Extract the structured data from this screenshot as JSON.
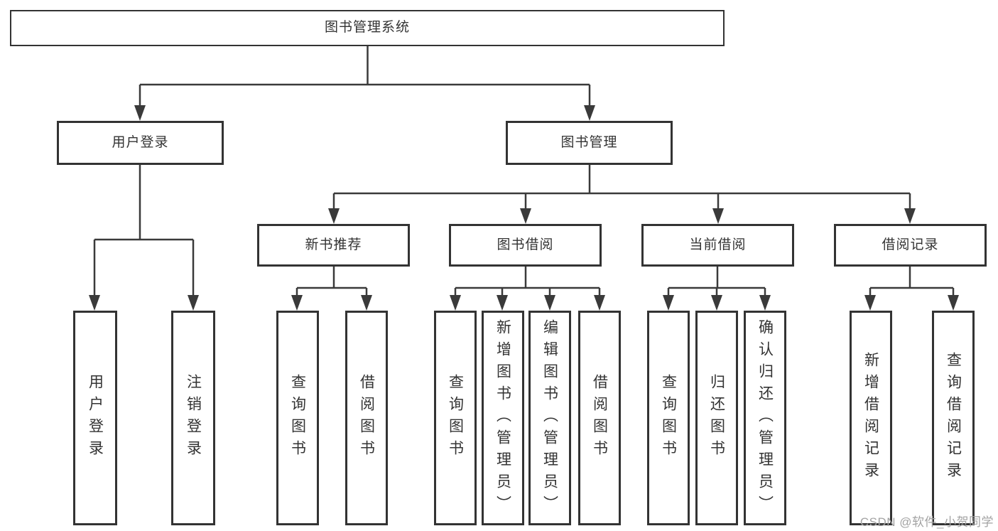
{
  "diagram": {
    "type": "hierarchy-tree",
    "colors": {
      "background": "#ffffff",
      "box_border": "#333333",
      "line": "#3a3a3a",
      "text": "#333333",
      "watermark": "#a3a3a3"
    },
    "nodes": {
      "root": {
        "label": "图书管理系统"
      },
      "userLogin": {
        "label": "用户登录",
        "parent": "图书管理系统"
      },
      "bookManagement": {
        "label": "图书管理",
        "parent": "图书管理系统"
      },
      "newBookRecommend": {
        "label": "新书推荐",
        "parent": "图书管理"
      },
      "bookBorrow": {
        "label": "图书借阅",
        "parent": "图书管理"
      },
      "currentBorrow": {
        "label": "当前借阅",
        "parent": "图书管理"
      },
      "borrowRecords": {
        "label": "借阅记录",
        "parent": "图书管理"
      },
      "leaves": {
        "userLoginLeaf": {
          "label": "用户登录",
          "parent": "用户登录"
        },
        "logoutLeaf": {
          "label": "注销登录",
          "parent": "用户登录"
        },
        "queryBooksRecommend": {
          "label": "查询图书",
          "parent": "新书推荐"
        },
        "borrowBooksRecommend": {
          "label": "借阅图书",
          "parent": "新书推荐"
        },
        "queryBooksBorrow": {
          "label": "查询图书",
          "parent": "图书借阅"
        },
        "addBooksAdmin": {
          "label": "新增图书（管理员）",
          "parent": "图书借阅"
        },
        "editBooksAdmin": {
          "label": "编辑图书（管理员）",
          "parent": "图书借阅"
        },
        "borrowBooksBorrow": {
          "label": "借阅图书",
          "parent": "图书借阅"
        },
        "queryBooksCurrent": {
          "label": "查询图书",
          "parent": "当前借阅"
        },
        "returnBooks": {
          "label": "归还图书",
          "parent": "当前借阅"
        },
        "confirmReturnAdmin": {
          "label": "确认归还（管理员）",
          "parent": "当前借阅"
        },
        "addBorrowRecord": {
          "label": "新增借阅记录",
          "parent": "借阅记录"
        },
        "queryBorrowRecord": {
          "label": "查询借阅记录",
          "parent": "借阅记录"
        }
      }
    },
    "watermark": {
      "text": "CSDN @软件_小贺同学"
    }
  }
}
